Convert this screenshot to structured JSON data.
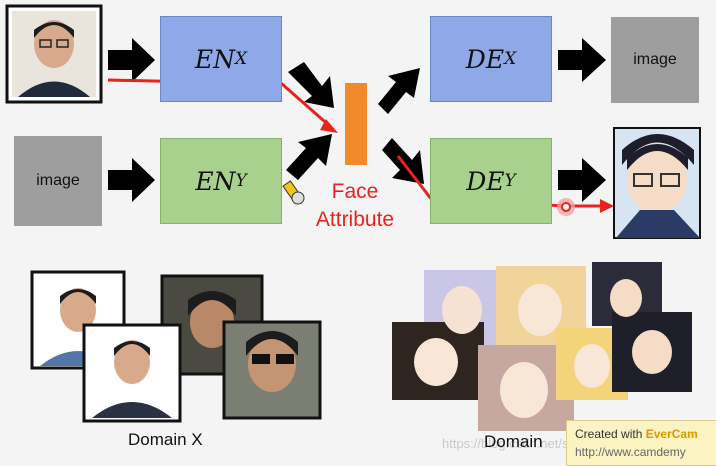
{
  "encoders": {
    "x": {
      "base": "EN",
      "sub": "X"
    },
    "y": {
      "base": "EN",
      "sub": "Y"
    }
  },
  "decoders": {
    "x": {
      "base": "DE",
      "sub": "X"
    },
    "y": {
      "base": "DE",
      "sub": "Y"
    }
  },
  "image_input_label": "image",
  "image_output_label": "image",
  "attribute_label": {
    "line1": "Face",
    "line2": "Attribute"
  },
  "domain_x_caption": "Domain X",
  "domain_y_caption": "Domain",
  "watermark": "https://blog.csdn.net/shenjianhua",
  "logo": {
    "line1_prefix": "Created with",
    "line1_brand": "EverCam",
    "line2": "http://www.camdemy"
  },
  "colors": {
    "encoder_x": "#8fa9e8",
    "encoder_y": "#a9d18e",
    "attribute": "#f28a2b",
    "path_red": "#e8231e",
    "placeholder_gray": "#9e9e9e"
  }
}
